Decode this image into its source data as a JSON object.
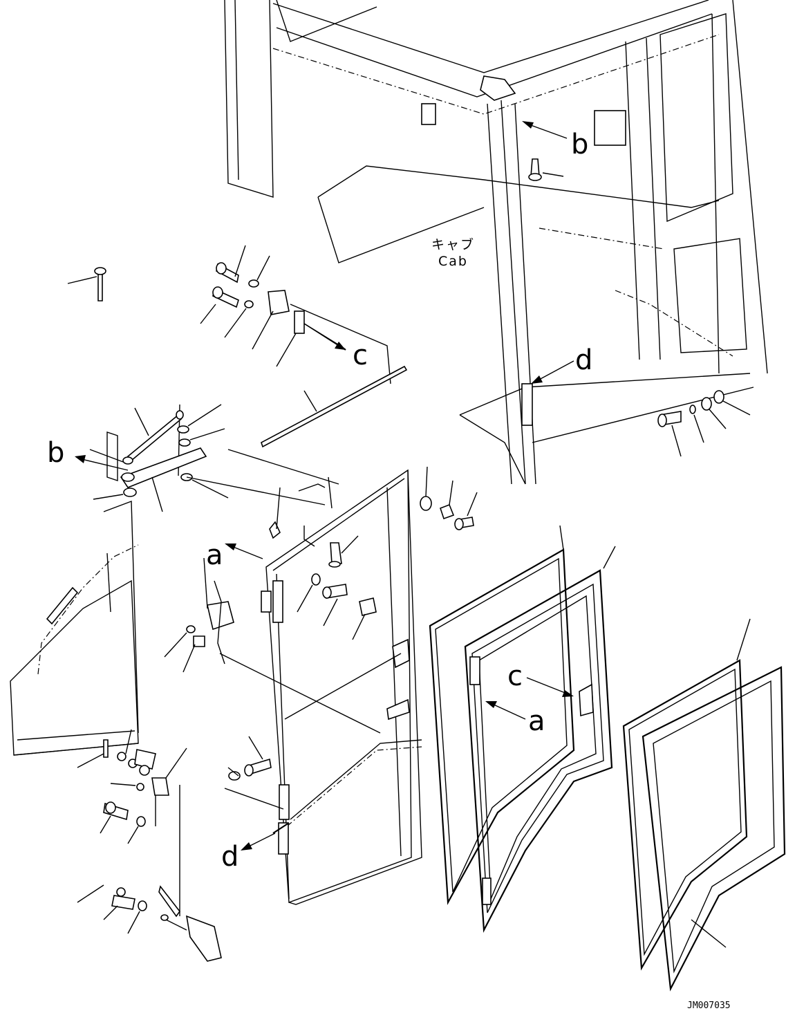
{
  "diagram": {
    "cab_label_jp": "キャブ",
    "cab_label_en": "Cab",
    "drawing_code": "JM007035",
    "callouts": [
      {
        "id": "b-cab",
        "text": "b"
      },
      {
        "id": "b-hinge",
        "text": "b"
      },
      {
        "id": "a-door",
        "text": "a"
      },
      {
        "id": "a-frame",
        "text": "a"
      },
      {
        "id": "c-hinge",
        "text": "c"
      },
      {
        "id": "c-frame",
        "text": "c"
      },
      {
        "id": "d-cab",
        "text": "d"
      },
      {
        "id": "d-door",
        "text": "d"
      }
    ]
  }
}
